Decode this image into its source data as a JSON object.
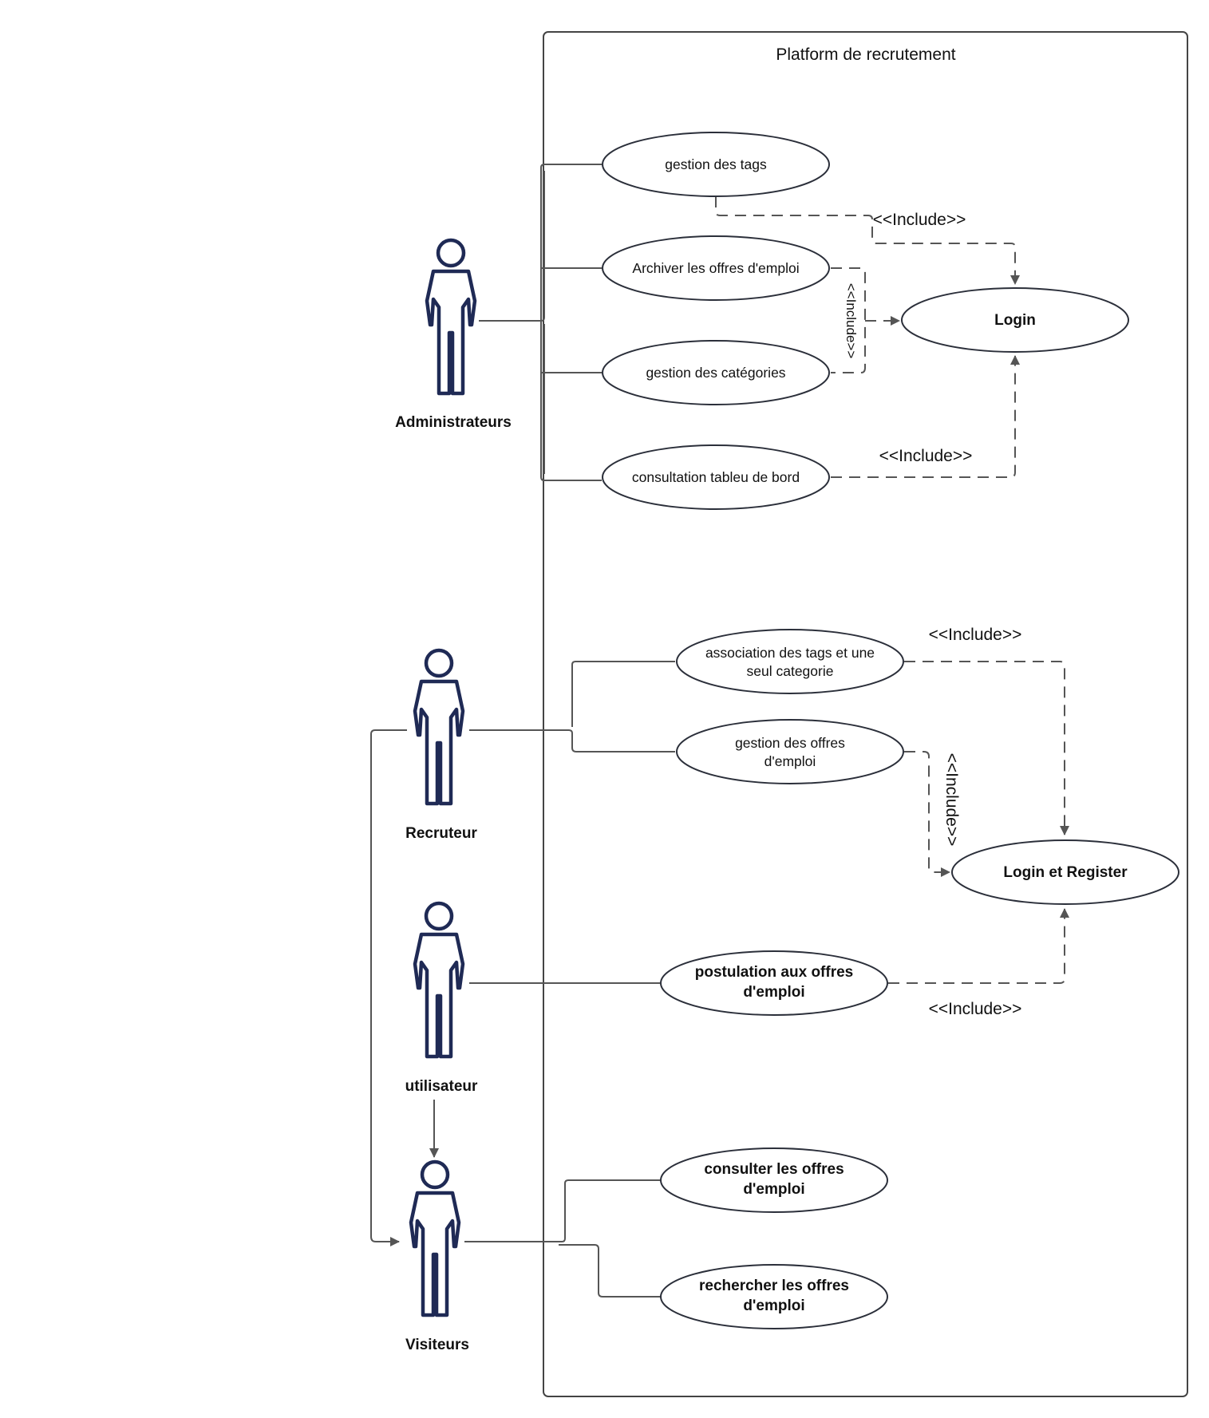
{
  "diagram": {
    "system_title": "Platform de recrutement",
    "actors": {
      "admin": "Administrateurs",
      "recruiter": "Recruteur",
      "user": "utilisateur",
      "visitor": "Visiteurs"
    },
    "use_cases": {
      "tags": "gestion des tags",
      "archive": "Archiver les offres d'emploi",
      "categories": "gestion des catégories",
      "dashboard": "consultation  tableu de bord",
      "login": "Login",
      "assoc_line1": "association des tags et une",
      "assoc_line2": "seul categorie",
      "offers_line1": "gestion des offres",
      "offers_line2": "d'emploi",
      "login_register": "Login et Register",
      "apply_line1": "postulation aux offres",
      "apply_line2": "d'emploi",
      "consult_line1": "consulter les offres",
      "consult_line2": "d'emploi",
      "search_line1": "rechercher les offres",
      "search_line2": "d'emploi"
    },
    "include_label": "<<Include>>",
    "colors": {
      "actor": "#1f2a55",
      "connector": "#555555",
      "ellipse_border": "#2b2f3a"
    }
  }
}
